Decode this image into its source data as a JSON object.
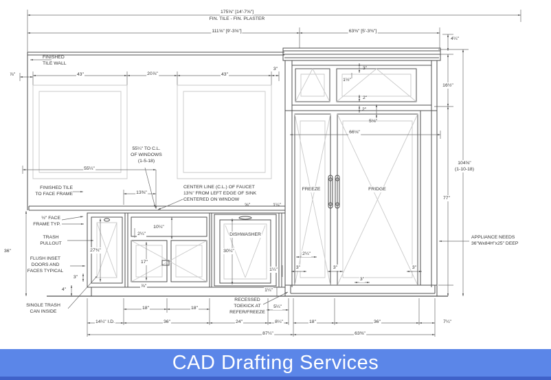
{
  "banner": {
    "title": "CAD Drafting Services",
    "bg_color": "#5b86e8",
    "accent_color": "#3f62c9"
  },
  "drawing": {
    "labels": {
      "total_top": "175⅝\" [14'-7⅝\"]",
      "total_sub": "FIN. TILE - FIN. PLASTER",
      "span_left": "111⅝\" [9'-3⅝\"]",
      "span_right": "63⅜\" [5'-3⅜\"]",
      "finished_tile_wall": "FINISHED\nTILE WALL",
      "w43a": "43\"",
      "w20": "20⅞\"",
      "w43b": "43\"",
      "w3": "3\"",
      "d78a": "⅞\"",
      "d4q": "4¼\"",
      "d16h": "16½\"",
      "d104": "104⅝\"\n(1-10-18)",
      "d77": "77\"",
      "d3top": "3\"",
      "d1h": "1½\"",
      "d2a": "2\"",
      "d2b": "2\"",
      "d5e": "5⅛\"",
      "d66": "66⅛\"",
      "freeze": "FREEZE",
      "fridge": "FRIDGE",
      "appliance": "APPLIANCE NEEDS\n36\"Wx84H\"x25\" DEEP",
      "cl_windows": "55¼\" TO C.L.\nOF WINDOWS\n(1-5-18)",
      "d55q": "55¼\"",
      "d13e": "13⅜\"",
      "faucet_note": "CENTER LINE (C.L.) OF FAUCET\n13⅜\" FROM LEFT EDGE OF SINK\nCENTERED ON WINDOW",
      "finished_tile_ff": "FINISHED TILE\nTO FACE FRAME",
      "face_frame": "½\" FACE\nFRAME TYP.",
      "trash_pullout": "TRASH\nPULLOUT",
      "flush_inset": "FLUSH INSET\nDOORS AND\nFACES TYPICAL",
      "single_trash": "SINGLE TRASH\nCAN INSIDE",
      "d36left": "36\"",
      "d27": "27¾\"",
      "d3tk": "3\"",
      "d4tk": "4\"",
      "d10q": "10¼\"",
      "d2q_sink": "2¼\"",
      "d17": "17\"",
      "d78b": "⅞\"",
      "dishwasher": "DISHWASHER",
      "d30q": "30¼\"",
      "d58": "⅝\"",
      "d1q_a": "1¼\"",
      "d2q_fz": "2¼\"",
      "d3a": "3\"",
      "d1q_b": "1¼\"",
      "d3b": "3\"",
      "d3c": "3\"",
      "d3d": "3\"",
      "d1q_c": "1¼\"",
      "recessed": "RECESSED\nTOEKICK AT\nREFER/FREEZE",
      "d5q": "5¼\"",
      "b18a": "18\"",
      "b18b": "18\"",
      "b14q": "14¼\" I.D.",
      "b36a": "36\"",
      "b24": "24\"",
      "b8q": "8¼\"",
      "b87q": "87¼\"",
      "b18c": "18\"",
      "b36b": "36\"",
      "b7q": "7¼\"",
      "b63e": "63⅜\""
    }
  }
}
